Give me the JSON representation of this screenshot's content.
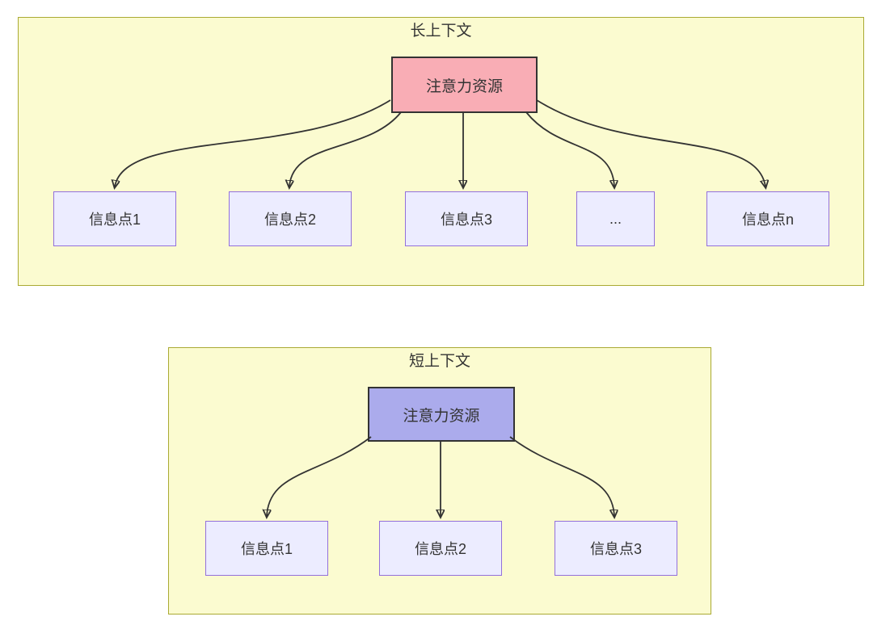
{
  "diagram": {
    "sections": [
      {
        "title": "长上下文",
        "root": {
          "label": "注意力资源"
        },
        "children": [
          {
            "label": "信息点1"
          },
          {
            "label": "信息点2"
          },
          {
            "label": "信息点3"
          },
          {
            "label": "..."
          },
          {
            "label": "信息点n"
          }
        ]
      },
      {
        "title": "短上下文",
        "root": {
          "label": "注意力资源"
        },
        "children": [
          {
            "label": "信息点1"
          },
          {
            "label": "信息点2"
          },
          {
            "label": "信息点3"
          }
        ]
      }
    ],
    "colors": {
      "section_fill": "#FBFBD0",
      "section_border": "#AAAA33",
      "long_root_fill": "#F9ADB5",
      "short_root_fill": "#ABABEC",
      "child_fill": "#ECECFF",
      "child_border": "#9370DB",
      "edge": "#333333",
      "text": "#333333"
    }
  }
}
